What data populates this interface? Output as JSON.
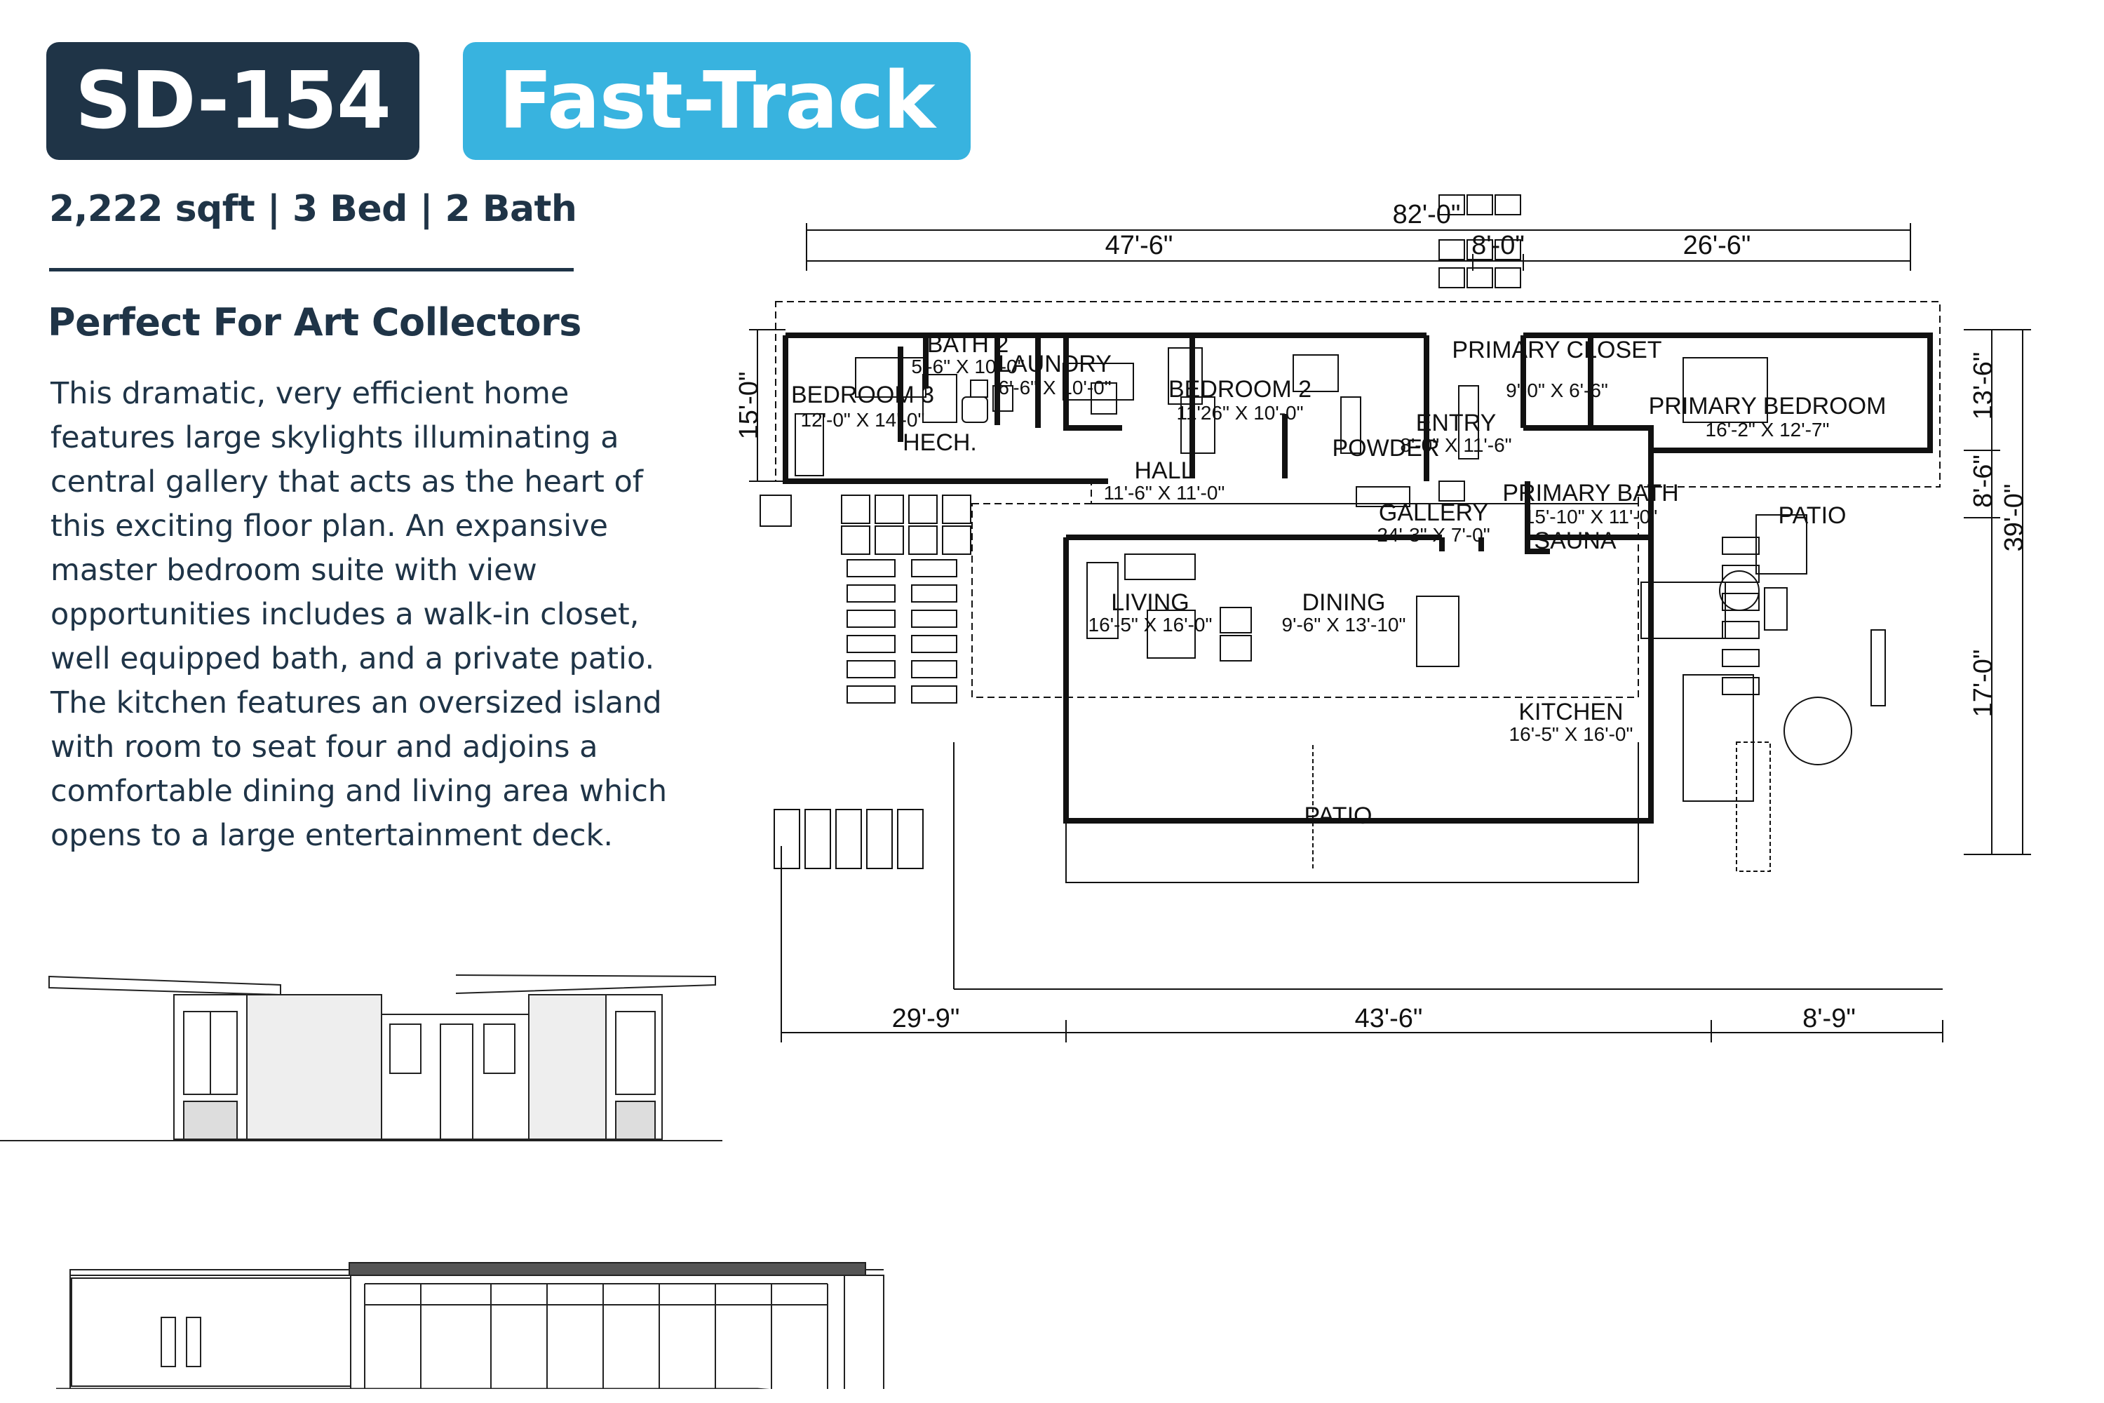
{
  "header": {
    "plan_id": "SD-154",
    "tag": "Fast-Track",
    "specs": "2,222 sqft | 3 Bed | 2 Bath",
    "tagline": "Perfect For Art Collectors",
    "description": "This dramatic, very efficient home features large skylights illuminating a central gallery that acts as the heart of this exciting floor plan. An expansive master bedroom suite with view opportunities includes a walk-in closet, well equipped bath, and a private patio. The kitchen features an oversized island with room to seat four and adjoins a comfortable dining and living area which opens to a large entertainment deck."
  },
  "colors": {
    "navy": "#1f3447",
    "accent": "#38b3df"
  },
  "floor_plan": {
    "rooms": [
      {
        "name": "BEDROOM 3",
        "size": "12'-0\" X 14'-0\""
      },
      {
        "name": "BATH 2",
        "size": "5'-6\" X 10'-0\""
      },
      {
        "name": "LAUNDRY",
        "size": "6'-6\" X 10'-0\""
      },
      {
        "name": "BEDROOM 2",
        "size": "11'26\" X 10'-0\""
      },
      {
        "name": "HECH.",
        "size": ""
      },
      {
        "name": "POWDER",
        "size": ""
      },
      {
        "name": "ENTRY",
        "size": "8'-0\" X 11'-6\""
      },
      {
        "name": "PRIMARY CLOSET",
        "size": "9'-0\" X 6'-6\""
      },
      {
        "name": "PRIMARY BEDROOM",
        "size": "16'-2\" X 12'-7\""
      },
      {
        "name": "HALL",
        "size": "11'-6\" X 11'-0\""
      },
      {
        "name": "GALLERY",
        "size": "24'-3\" X 7'-0\""
      },
      {
        "name": "PRIMARY BATH",
        "size": "15'-10\" X 11'-0\""
      },
      {
        "name": "SAUNA",
        "size": ""
      },
      {
        "name": "PATIO",
        "size": ""
      },
      {
        "name": "LIVING",
        "size": "16'-5\" X 16'-0\""
      },
      {
        "name": "DINING",
        "size": "9'-6\" X 13'-10\""
      },
      {
        "name": "KITCHEN",
        "size": "16'-5\" X 16'-0\""
      },
      {
        "name": "PATIO",
        "size": ""
      }
    ],
    "dimensions": {
      "overall_width": "82'-0\"",
      "top_left": "47'-6\"",
      "top_mid": "8'-0\"",
      "top_right": "26'-6\"",
      "left_side": "15'-0\"",
      "right_1": "13'-6\"",
      "right_2": "8'-6\"",
      "right_3": "17'-0\"",
      "right_total": "39'-0\"",
      "bottom_left": "29'-9\"",
      "bottom_mid": "43'-6\"",
      "bottom_right": "8'-9\""
    }
  }
}
